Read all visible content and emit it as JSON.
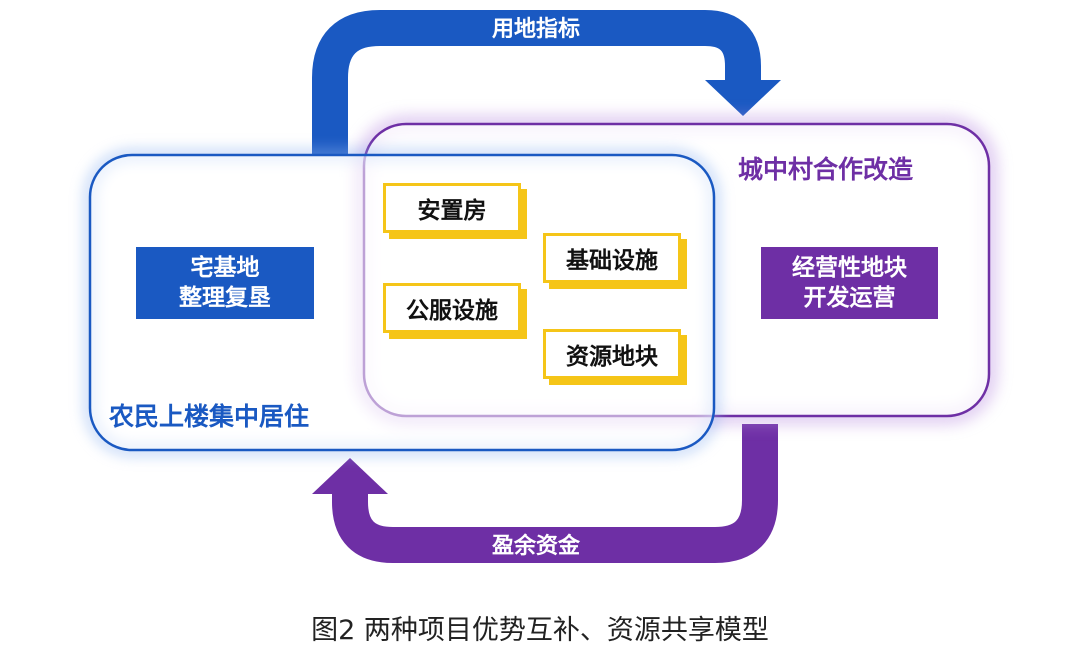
{
  "arrows": {
    "top_label": "用地指标",
    "bottom_label": "盈余资金"
  },
  "left_region": {
    "box_lines": [
      "宅基地",
      "整理复垦"
    ],
    "title": "农民上楼集中居住"
  },
  "right_region": {
    "title": "城中村合作改造",
    "box_lines": [
      "经营性地块",
      "开发运营"
    ]
  },
  "shared_items": [
    "安置房",
    "基础设施",
    "公服设施",
    "资源地块"
  ],
  "caption": "图2  两种项目优势互补、资源共享模型",
  "colors": {
    "blue": "#1a59c2",
    "purple": "#6e2fa5",
    "yellow": "#f5c518"
  }
}
